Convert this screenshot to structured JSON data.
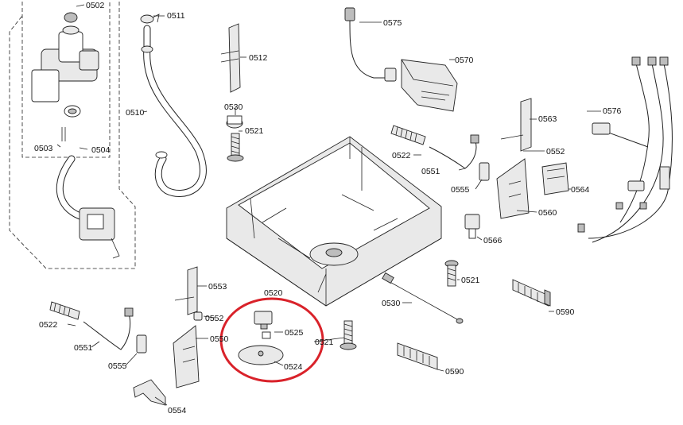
{
  "labels": {
    "l0502": "0502",
    "l0503": "0503",
    "l0504": "0504",
    "l0510": "0510",
    "l0511": "0511",
    "l0512": "0512",
    "l0520a": "0520",
    "l0521a": "0521",
    "l0521b": "0521",
    "l0521c": "0521",
    "l0522a": "0522",
    "l0522b": "0522",
    "l0524": "0524",
    "l0525": "0525",
    "l0530a": "0530",
    "l0530b": "0530",
    "l0550": "0550",
    "l0551a": "0551",
    "l0551b": "0551",
    "l0552a": "0552",
    "l0552b": "0552",
    "l0553": "0553",
    "l0554": "0554",
    "l0555a": "0555",
    "l0555b": "0555",
    "l0560": "0560",
    "l0563": "0563",
    "l0564": "0564",
    "l0566": "0566",
    "l0570": "0570",
    "l0575": "0575",
    "l0576": "0576",
    "l0590a": "0590",
    "l0590b": "0590"
  },
  "highlight_color": "#d9222a"
}
